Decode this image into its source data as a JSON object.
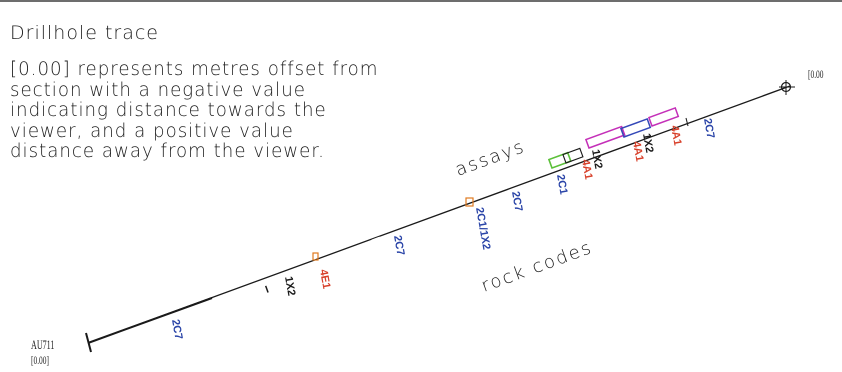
{
  "title": "Drillhole trace",
  "note": "[0.00] represents metres offset from\nsection with a negative value\nindicating distance towards the\nviewer, and a positive value\ndistance away from the viewer.",
  "labels": {
    "assays": "assays",
    "rock_codes": "rock codes"
  },
  "collar": {
    "hole_id": "AU711",
    "offset": "[0.00]"
  },
  "end": {
    "offset": "[0.00"
  },
  "colors": {
    "black_code": "#1a1a1a",
    "blue_code": "#2b45a8",
    "red_code": "#d8402a",
    "orange_interval": "#e07a20",
    "green_interval": "#5cc03a",
    "magenta_interval": "#c42fb8",
    "blue_interval": "#3448b8"
  },
  "rock_code_labels": [
    {
      "text": "2C7",
      "color": "blue"
    },
    {
      "text": "1X2",
      "color": "black"
    },
    {
      "text": "4E1",
      "color": "red"
    },
    {
      "text": "2C7",
      "color": "blue"
    },
    {
      "text": "2C1/1X2",
      "color": "blue"
    },
    {
      "text": "2C7",
      "color": "blue"
    },
    {
      "text": "2C1",
      "color": "blue"
    },
    {
      "text": "4A1",
      "color": "red"
    },
    {
      "text": "1X2",
      "color": "black"
    },
    {
      "text": "4A1",
      "color": "red"
    },
    {
      "text": "1X2",
      "color": "black"
    },
    {
      "text": "4A1",
      "color": "red"
    },
    {
      "text": "2C7",
      "color": "blue"
    }
  ]
}
